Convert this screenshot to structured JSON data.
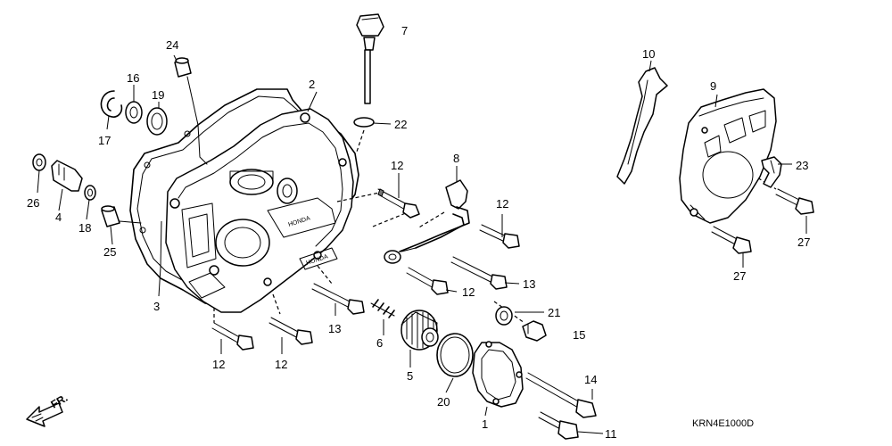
{
  "labels": {
    "p1": "1",
    "p2": "2",
    "p3": "3",
    "p4": "4",
    "p5": "5",
    "p6": "6",
    "p7": "7",
    "p8": "8",
    "p9": "9",
    "p10": "10",
    "p11": "11",
    "p12a": "12",
    "p12b": "12",
    "p12c": "12",
    "p12d": "12",
    "p12e": "12",
    "p13a": "13",
    "p13b": "13",
    "p14": "14",
    "p15": "15",
    "p16": "16",
    "p17": "17",
    "p18": "18",
    "p19": "19",
    "p20": "20",
    "p21": "21",
    "p22": "22",
    "p23": "23",
    "p24": "24",
    "p25": "25",
    "p26": "26",
    "p27a": "27",
    "p27b": "27"
  },
  "direction_marker": "FR.",
  "diagram_code": "KRN4E1000D",
  "embossing": {
    "logo_a": "HONDA",
    "logo_b": "HONDA"
  }
}
